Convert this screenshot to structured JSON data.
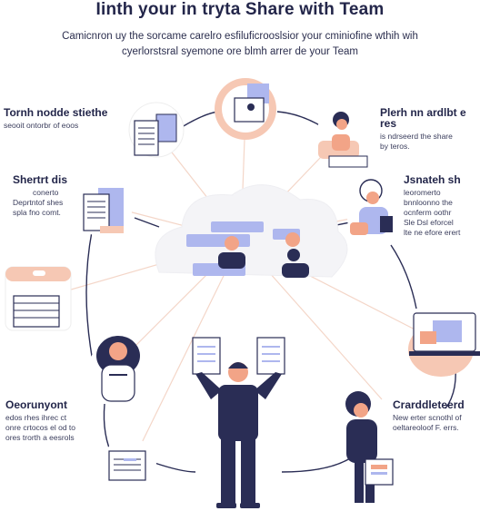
{
  "header": {
    "title": "Iinth your in tryta Share with Team",
    "subtitle_line1": "Camicnron uy the sorcame carelro esfiluficrooslsior your cminiofine wthih wih",
    "subtitle_line2": "cyerlorstsral syemone ore blmh arrer de your Team"
  },
  "labels": {
    "top_left": {
      "heading": "Tornh nodde stiethe",
      "body": "seooit ontorbr of eoos"
    },
    "mid_left": {
      "heading": "Shertrt dis",
      "body_1": "conerto",
      "body_2": "Deprtntof shes",
      "body_3": "spla fno comt."
    },
    "top_right": {
      "heading": "Plerh nn ardlbt e res",
      "body_1": "is ndrseerd the share",
      "body_2": "by teros."
    },
    "mid_right": {
      "heading": "Jsnateh sh",
      "body_1": "leoromerto",
      "body_2": "bnnloonno the",
      "body_3": "ocnferm oothr",
      "body_4": "Sle Dsl eforcel",
      "body_5": "lte ne efore erert"
    },
    "bottom_left": {
      "heading": "Oeorunyont",
      "body_1": "edos rhes ihrec ct",
      "body_2": "onre crtocos el od to",
      "body_3": "ores trorth a eesrols"
    },
    "bottom_right": {
      "heading": "Crarddleteerd",
      "body_1": "New erter scnothl of",
      "body_2": "oeltareoloof F. errs."
    }
  },
  "colors": {
    "navy": "#2a2d55",
    "peach": "#f6c8b4",
    "salmon": "#f2a487",
    "lavender": "#aeb7ee",
    "line": "#f4d8cb",
    "cloud": "#f3f3f6"
  }
}
